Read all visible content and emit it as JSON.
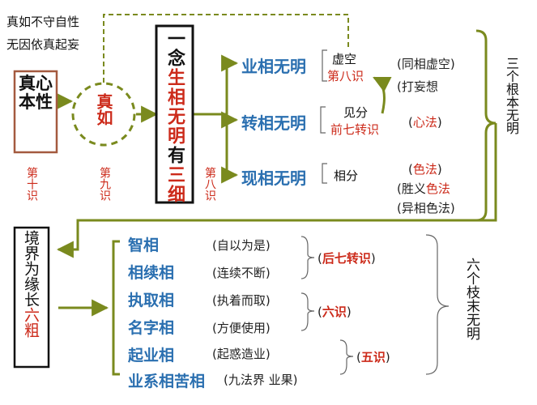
{
  "top_note": {
    "line1": "真如不守自性",
    "line2": "无因依真起妄"
  },
  "true_mind": "真心本性",
  "zhenru": "真如",
  "yinian": {
    "part1": "一念",
    "part2": "生相无明",
    "part3": "有",
    "part4": "三细"
  },
  "consciousness_labels": {
    "tenth": "第十识",
    "ninth": "第九识",
    "eighth": "第八识"
  },
  "three_subtle": [
    {
      "name": "业相无明",
      "detail_top": "虚空",
      "detail_bottom": "第八识"
    },
    {
      "name": "转相无明",
      "detail_top": "见分",
      "detail_bottom": "前七转识"
    },
    {
      "name": "现相无明",
      "detail_top": "相分"
    }
  ],
  "right_notes": {
    "yexiang_a": "(同相虚空)",
    "yexiang_b": "(打妄想",
    "zhuanxiang_open": "(",
    "zhuanxiang_word": "心法",
    "zhuanxiang_close": ")",
    "xian_a_open": "(",
    "xian_a_word": "色法",
    "xian_a_close": ")",
    "xian_b_pre": "(胜义",
    "xian_b_word": "色法",
    "xian_c_pre": "(异相色法)"
  },
  "three_root_label": "三个根本无明",
  "six_coarse_title": {
    "part1": "境界为缘长",
    "part2": "六粗"
  },
  "six_coarse": [
    {
      "name": "智相",
      "note": "(自以为是)"
    },
    {
      "name": "相续相",
      "note": "(连续不断)"
    },
    {
      "name": "执取相",
      "note": "(执着而取)"
    },
    {
      "name": "名字相",
      "note": "(方便使用)"
    },
    {
      "name": "起业相",
      "note": "(起惑造业)"
    },
    {
      "name": "业系相苦相",
      "note": "(九法界 业果)"
    }
  ],
  "group_labels": {
    "later_seven_open": "(",
    "later_seven": "后七转识",
    "later_seven_close": ")",
    "sixth_open": "(",
    "sixth": "六识",
    "sixth_close": ")",
    "fifth_open": "(",
    "fifth": "五识",
    "fifth_close": ")"
  },
  "six_branch_label": "六个枝末无明"
}
